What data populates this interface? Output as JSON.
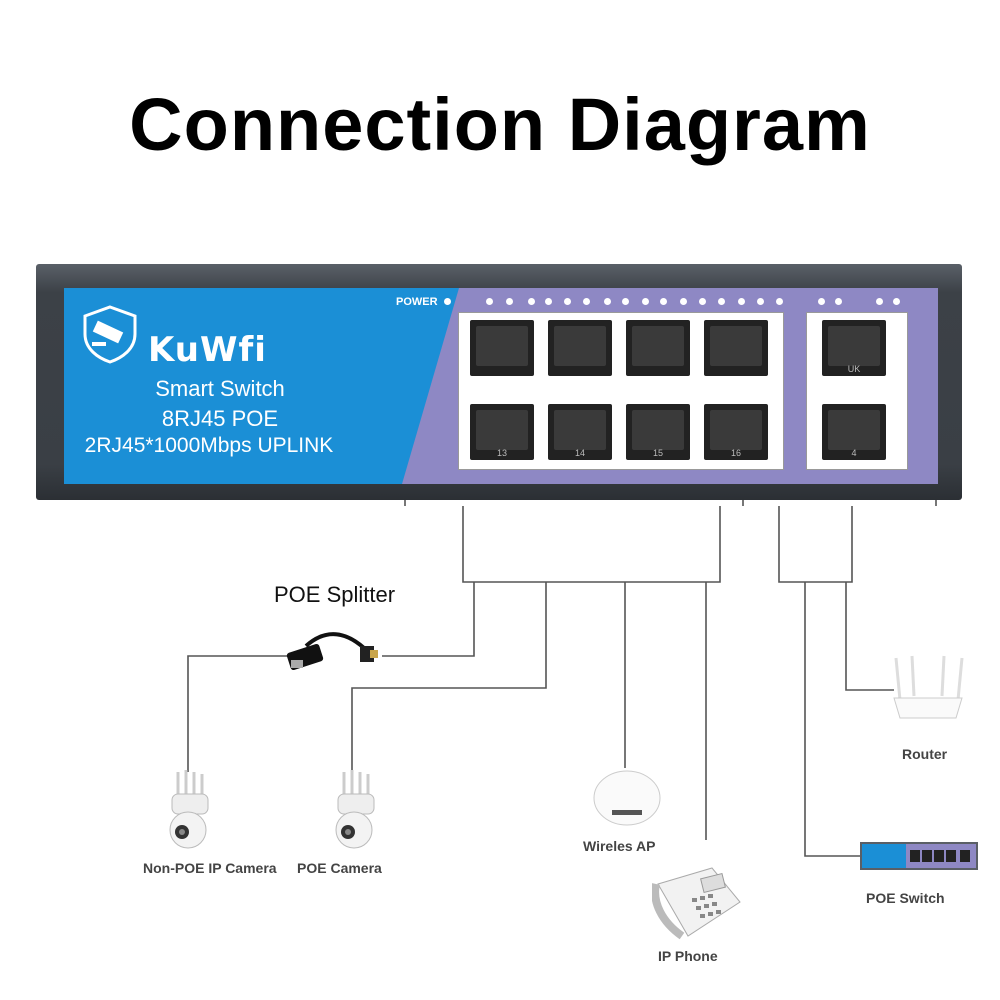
{
  "title": "Connection Diagram",
  "switch": {
    "brand": "KuWfi",
    "model_line1": "Smart Switch",
    "model_line2": "8RJ45 POE",
    "model_line3": "2RJ45*1000Mbps UPLINK",
    "power_label": "POWER",
    "port_numbers_bottom": [
      "13",
      "14",
      "15",
      "16"
    ],
    "uplink_labels": [
      "UK",
      "4"
    ]
  },
  "devices": {
    "poe_splitter": "POE Splitter",
    "non_poe_camera": "Non-POE IP Camera",
    "poe_camera": "POE Camera",
    "wireless_ap": "Wireles AP",
    "ip_phone": "IP Phone",
    "router": "Router",
    "poe_switch": "POE Switch"
  },
  "colors": {
    "switch_blue": "#1b8fd6",
    "switch_purple": "#8e88c4",
    "switch_body": "#3a3f45",
    "line": "#555555"
  }
}
